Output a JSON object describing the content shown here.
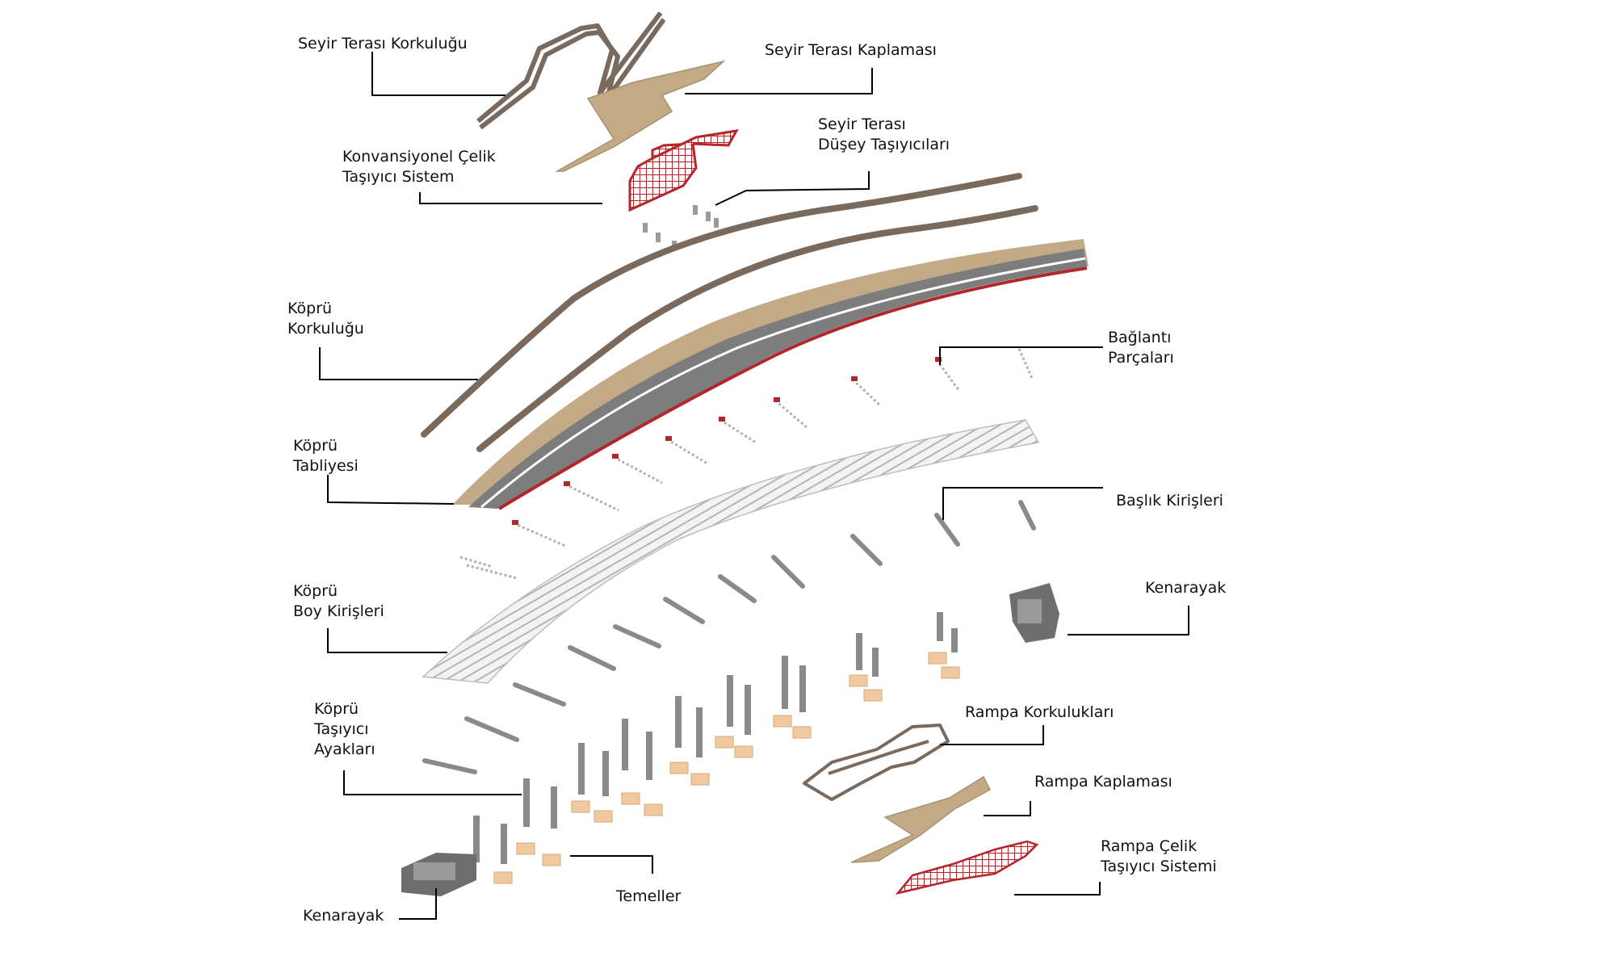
{
  "labels": {
    "seyir_korkulugu": [
      "Seyir Terası Korkuluğu"
    ],
    "seyir_kaplamasi": [
      "Seyir Terası Kaplaması"
    ],
    "seyir_dusey": [
      "Seyir Terası",
      "Düşey Taşıyıcıları"
    ],
    "konvansiyonel": [
      "Konvansiyonel Çelik",
      "Taşıyıcı Sistem"
    ],
    "kopru_korkulugu": [
      "Köprü",
      "Korkuluğu"
    ],
    "baglanti": [
      "Bağlantı",
      "Parçaları"
    ],
    "kopru_tabliyesi": [
      "Köprü",
      "Tabliyesi"
    ],
    "baslik_kirisleri": [
      "Başlık Kirişleri"
    ],
    "kenarayak_right": [
      "Kenarayak"
    ],
    "kopru_boy": [
      "Köprü",
      "Boy Kirişleri"
    ],
    "kopru_ayaklari": [
      "Köprü",
      "Taşıyıcı",
      "Ayakları"
    ],
    "rampa_korkuluklari": [
      "Rampa Korkulukları"
    ],
    "rampa_kaplamasi": [
      "Rampa Kaplaması"
    ],
    "rampa_celik": [
      "Rampa Çelik",
      "Taşıyıcı Sistemi"
    ],
    "temeller": [
      "Temeller"
    ],
    "kenarayak_left": [
      "Kenarayak"
    ]
  },
  "colors": {
    "steel_red": "#b3262b",
    "deck_tan": "#c2aa86",
    "railing_brown": "#7a6a5e",
    "asphalt": "#7d7d7d",
    "beam_grey": "#8a8a8a",
    "foundation": "#f0c9a0",
    "abutment": "#6e6e6e"
  },
  "icons": {
    "main_component": "exploded-bridge-icon"
  }
}
